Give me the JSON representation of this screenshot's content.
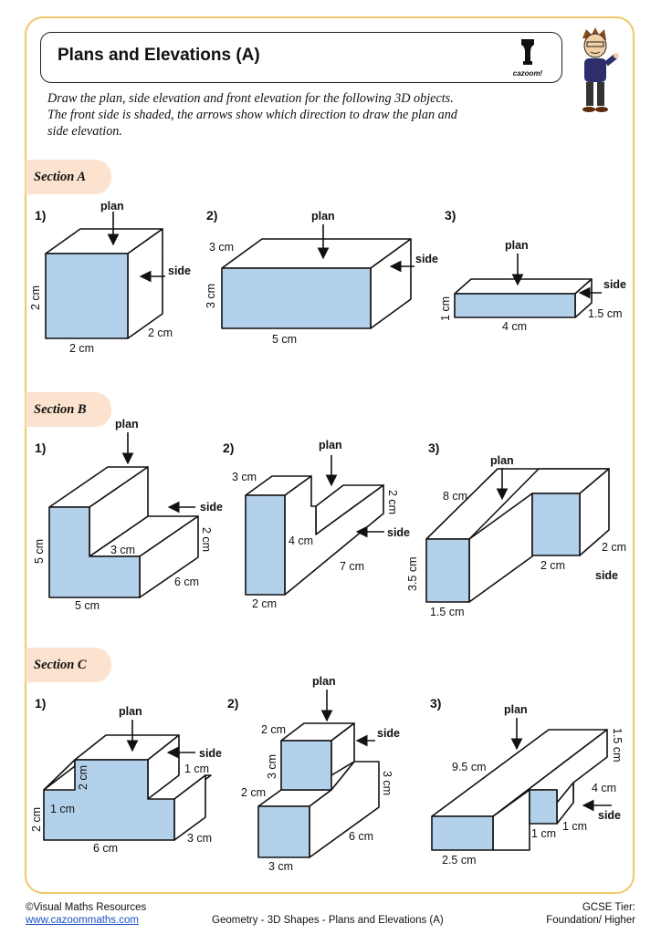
{
  "title": "Plans and Elevations (A)",
  "logo_text": "cazoom!",
  "instructions": [
    "Draw the plan, side elevation and front elevation for the following 3D objects.",
    "The front side is shaded, the arrows show which direction to draw the plan and",
    "side elevation."
  ],
  "colors": {
    "shade": "#b4d1ec",
    "border": "#f2c66a",
    "tab": "#fbe3cf"
  },
  "sections": {
    "a": {
      "label": "Section A",
      "q1": {
        "num": "1)",
        "plan": "plan",
        "side": "side",
        "h": "2 cm",
        "w": "2 cm",
        "d": "2 cm"
      },
      "q2": {
        "num": "2)",
        "plan": "plan",
        "side": "side",
        "d": "3 cm",
        "h": "3 cm",
        "w": "5 cm"
      },
      "q3": {
        "num": "3)",
        "plan": "plan",
        "side": "side",
        "h": "1 cm",
        "w": "4 cm",
        "d": "1.5 cm"
      }
    },
    "b": {
      "label": "Section B",
      "q1": {
        "num": "1)",
        "plan": "plan",
        "side": "side",
        "h": "5 cm",
        "w": "5 cm",
        "step": "3 cm",
        "d": "6 cm",
        "dh": "2 cm"
      },
      "q2": {
        "num": "2)",
        "plan": "plan",
        "side": "side",
        "top": "3 cm",
        "h": "4 cm",
        "d": "7 cm",
        "w": "2 cm",
        "dh": "2 cm"
      },
      "q3": {
        "num": "3)",
        "plan": "plan",
        "side": "side",
        "d": "8 cm",
        "h": "3.5 cm",
        "w": "1.5 cm",
        "w2": "2 cm",
        "d2": "2 cm"
      }
    },
    "c": {
      "label": "Section C",
      "q1": {
        "num": "1)",
        "plan": "plan",
        "side": "side",
        "h": "2 cm",
        "h2": "2 cm",
        "s1": "1 cm",
        "s2": "1 cm",
        "w": "6 cm",
        "d": "3 cm"
      },
      "q2": {
        "num": "2)",
        "plan": "plan",
        "side": "side",
        "t": "2 cm",
        "t2": "3 cm",
        "m": "2 cm",
        "r": "3 cm",
        "d": "6 cm",
        "w": "3 cm"
      },
      "q3": {
        "num": "3)",
        "plan": "plan",
        "side": "side",
        "d": "9.5 cm",
        "dh": "1.5 cm",
        "d2": "4 cm",
        "s1": "1 cm",
        "s2": "1 cm",
        "w": "2.5 cm"
      }
    }
  },
  "footer": {
    "copyright": "©Visual Maths Resources",
    "url": "www.cazoommaths.com",
    "topic": "Geometry - 3D Shapes - Plans and Elevations (A)",
    "tier_label": "GCSE Tier:",
    "tier": "Foundation/ Higher"
  }
}
